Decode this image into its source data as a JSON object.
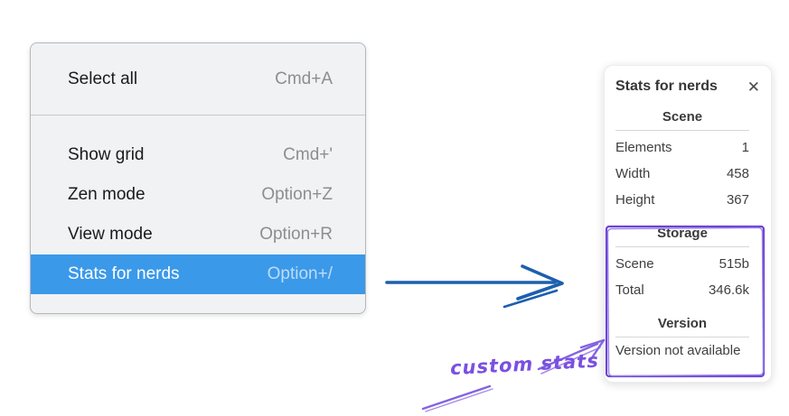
{
  "menu": {
    "items": [
      {
        "label": "Select all",
        "shortcut": "Cmd+A",
        "highlighted": false
      },
      {
        "label": "Show grid",
        "shortcut": "Cmd+'",
        "highlighted": false
      },
      {
        "label": "Zen mode",
        "shortcut": "Option+Z",
        "highlighted": false
      },
      {
        "label": "View mode",
        "shortcut": "Option+R",
        "highlighted": false
      },
      {
        "label": "Stats for nerds",
        "shortcut": "Option+/",
        "highlighted": true
      }
    ]
  },
  "stats_panel": {
    "title": "Stats for nerds",
    "close_icon": "✕",
    "sections": [
      {
        "header": "Scene",
        "rows": [
          [
            "Elements",
            "1"
          ],
          [
            "Width",
            "458"
          ],
          [
            "Height",
            "367"
          ]
        ]
      },
      {
        "header": "Storage",
        "rows": [
          [
            "Scene",
            "515b"
          ],
          [
            "Total",
            "346.6k"
          ]
        ]
      },
      {
        "header": "Version",
        "note": "Version not available"
      }
    ]
  },
  "annotation": {
    "label": "custom stats"
  },
  "colors": {
    "menu_highlight": "#3b99e9",
    "menu_shortcut": "#8d8d92",
    "arrow_blue": "#1d5fae",
    "sketch_purple": "#6b43d7",
    "sketch_purple_light": "#9b82e8",
    "annotation_text": "#7a50e0"
  }
}
